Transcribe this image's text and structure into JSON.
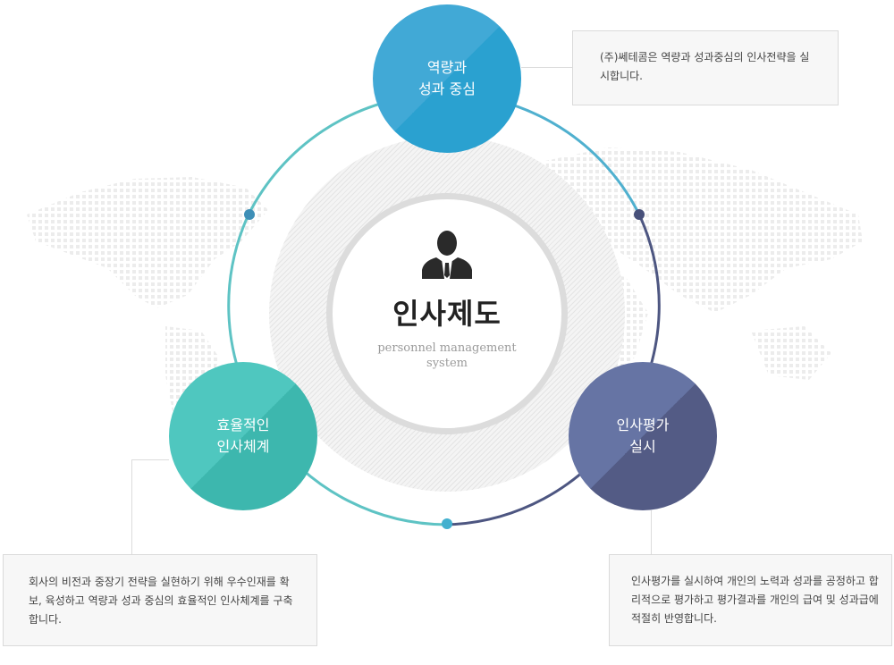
{
  "center": {
    "title": "인사제도",
    "subtitle": "personnel management system",
    "icon": "businessman-icon"
  },
  "nodes": [
    {
      "id": "top",
      "label": "역량과\n성과 중심",
      "color": "#2aa1d0"
    },
    {
      "id": "left",
      "label": "효율적인\n인사체계",
      "color": "#3db7ae"
    },
    {
      "id": "right",
      "label": "인사평가\n실시",
      "color": "#535b85"
    }
  ],
  "descriptions": {
    "top": "(주)쎄테콤은 역량과 성과중심의 인사전략을 실시합니다.",
    "left": "회사의 비전과 중장기 전략을 실현하기 위해 우수인재를 확보, 육성하고 역량과 성과 중심의 효율적인 인사체계를 구축합니다.",
    "right": "인사평가를 실시하여 개인의 노력과 성과를 공정하고 합리적으로 평가하고 평가결과를 개인의 급여 및 성과급에 적절히 반영합니다."
  },
  "colors": {
    "ring_teal": "#5ec3c4",
    "ring_blue": "#4fb0cf",
    "ring_navy": "#4d5681"
  }
}
